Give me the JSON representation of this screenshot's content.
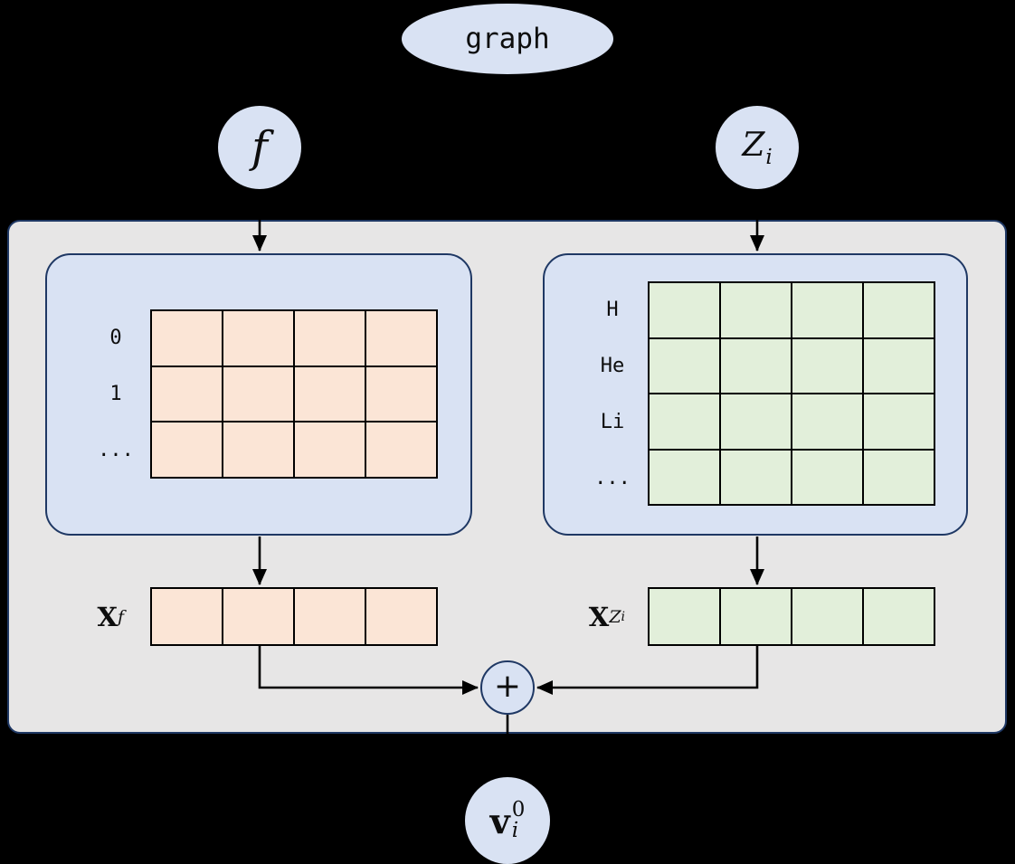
{
  "nodes": {
    "graph": {
      "label": "graph"
    },
    "f": {
      "label": "f"
    },
    "z": {
      "base": "Z",
      "sub": "i"
    },
    "plus": {
      "label": "+"
    },
    "v": {
      "base": "v",
      "sup": "0",
      "sub": "i"
    }
  },
  "left_panel": {
    "row_labels": [
      "0",
      "1",
      "..."
    ],
    "matrix": {
      "rows": 3,
      "cols": 4
    },
    "vector": {
      "rows": 1,
      "cols": 4
    },
    "vector_label": {
      "base": "X",
      "sub": "f"
    }
  },
  "right_panel": {
    "row_labels": [
      "H",
      "He",
      "Li",
      "..."
    ],
    "matrix": {
      "rows": 4,
      "cols": 4
    },
    "vector": {
      "rows": 1,
      "cols": 4
    },
    "vector_label": {
      "base": "X",
      "sub": "Z",
      "subsub": "i"
    }
  },
  "colors": {
    "background": "#000000",
    "node_fill": "#d9e2f3",
    "panel_fill": "#d9e2f3",
    "outer_box_fill": "#e7e6e6",
    "border": "#1f3864",
    "left_cell_fill": "#fbe5d6",
    "right_cell_fill": "#e2efda",
    "grid_line": "#000000",
    "arrow": "#000000"
  }
}
